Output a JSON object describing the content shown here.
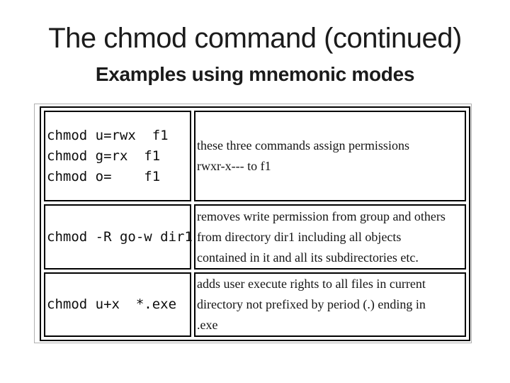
{
  "slide": {
    "title": "The chmod command (continued)",
    "subtitle": "Examples using mnemonic modes"
  },
  "table": {
    "rows": [
      {
        "command": "chmod u=rwx  f1\nchmod g=rx  f1\nchmod o=    f1",
        "description": "these three commands assign permissions\nrwxr-x--- to f1"
      },
      {
        "command": "chmod -R go-w dir1",
        "description": "removes write permission from group and others\nfrom directory dir1 including all objects\ncontained in it and all its subdirectories etc."
      },
      {
        "command": "chmod u+x  *.exe",
        "description": "adds user execute rights to all files in current\ndirectory not prefixed by period (.) ending in\n.exe"
      }
    ]
  }
}
